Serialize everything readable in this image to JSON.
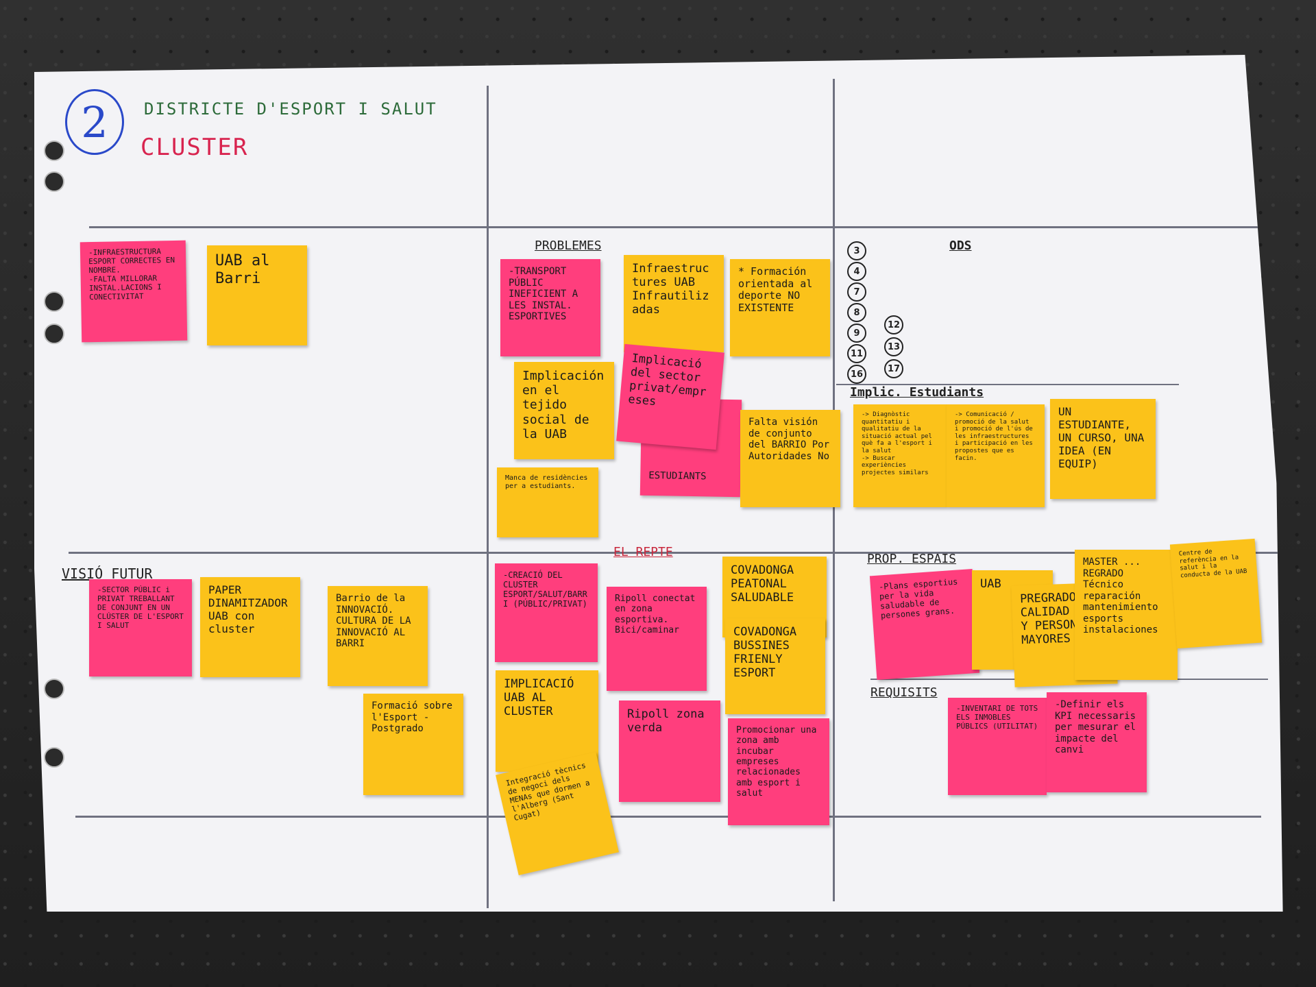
{
  "board": {
    "number": "2",
    "title": "DISTRICTE D'ESPORT I SALUT",
    "subtitle": "CLUSTER"
  },
  "section_labels": {
    "problemes": "PROBLEMES",
    "ods": "ODS",
    "implic_estudiants": "Implic. Estudiants",
    "visio_futur": "VISIÓ FUTUR",
    "el_repte": "EL REPTE",
    "prop_espais": "PROP. ESPAIS",
    "requisits": "REQUISITS"
  },
  "ods_numbers": [
    "3",
    "4",
    "7",
    "8",
    "9",
    "11",
    "16",
    "12",
    "13",
    "17"
  ],
  "notes": [
    {
      "color": "pink",
      "text": "-INFRAESTRUCTURA ESPORT CORRECTES EN NOMBRE.\n-FALTA MILLORAR INSTAL.LACIONS I CONECTIVITAT"
    },
    {
      "color": "yellow",
      "text": "UAB al Barri"
    },
    {
      "color": "pink",
      "text": "-TRANSPORT PÚBLIC INEFICIENT A LES INSTAL. ESPORTIVES"
    },
    {
      "color": "yellow",
      "text": "Infraestructures UAB Infrautilizadas"
    },
    {
      "color": "yellow",
      "text": "* Formación orientada al deporte NO EXISTENTE"
    },
    {
      "color": "yellow",
      "text": "Implicación en el tejido social de la UAB"
    },
    {
      "color": "pink",
      "text": "Implicació del sector privat/empreses"
    },
    {
      "color": "pink",
      "text": "ESTUDIANTS"
    },
    {
      "color": "yellow",
      "text": "Falta visión de conjunto del BARRIO Por Autoridades No"
    },
    {
      "color": "yellow",
      "text": "Manca de residències per a estudiants."
    },
    {
      "color": "yellow",
      "text": "-> Diagnòstic quantitatiu i qualitatiu de la situació actual pel què fa a l'esport i la salut\n-> Buscar experiències projectes similars"
    },
    {
      "color": "yellow",
      "text": "-> Comunicació / promoció de la salut i promoció de l'ús de les infraestructures i participació en les propostes que es facin."
    },
    {
      "color": "yellow",
      "text": "UN ESTUDIANTE, UN CURSO, UNA IDEA (EN EQUIP)"
    },
    {
      "color": "pink",
      "text": "-SECTOR PÚBLIC i PRIVAT TREBALLANT DE CONJUNT EN UN CLÚSTER DE L'ESPORT I SALUT"
    },
    {
      "color": "yellow",
      "text": "PAPER DINAMITZADOR UAB con cluster"
    },
    {
      "color": "yellow",
      "text": "Barrio de la INNOVACIÓ. CULTURA DE LA INNOVACIÓ AL BARRI"
    },
    {
      "color": "yellow",
      "text": "Formació sobre l'Esport - Postgrado"
    },
    {
      "color": "pink",
      "text": "-CREACIÓ DEL CLUSTER ESPORT/SALUT/BARRI (PÚBLIC/PRIVAT)"
    },
    {
      "color": "pink",
      "text": "Ripoll conectat en zona esportiva. Bici/caminar"
    },
    {
      "color": "yellow",
      "text": "COVADONGA PEATONAL SALUDABLE"
    },
    {
      "color": "yellow",
      "text": "COVADONGA BUSSINES FRIENLY ESPORT"
    },
    {
      "color": "yellow",
      "text": "IMPLICACIÓ UAB AL CLUSTER"
    },
    {
      "color": "pink",
      "text": "Ripoll zona verda"
    },
    {
      "color": "pink",
      "text": "Promocionar una zona amb incubar empreses relacionades amb esport i salut"
    },
    {
      "color": "yellow",
      "text": "Integració tècnics de negoci dels MENAs que dormen a l'Alberg (Sant Cugat)"
    },
    {
      "color": "pink",
      "text": "-Plans esportius per la vida saludable de persones grans."
    },
    {
      "color": "yellow",
      "text": "UAB"
    },
    {
      "color": "yellow",
      "text": "PREGRADO CALIDAD VIDA Y PERSONAS MAYORES"
    },
    {
      "color": "yellow",
      "text": "MASTER ... REGRADO Técnico reparación mantenimiento esports instalaciones"
    },
    {
      "color": "yellow",
      "text": "Centre de referència en la salut i la conducta de la UAB"
    },
    {
      "color": "pink",
      "text": "-INVENTARI DE TOTS ELS INMOBLES PÚBLICS (UTILITAT)"
    },
    {
      "color": "pink",
      "text": "-Definir els KPI necessaris per mesurar el impacte del canvi"
    }
  ]
}
